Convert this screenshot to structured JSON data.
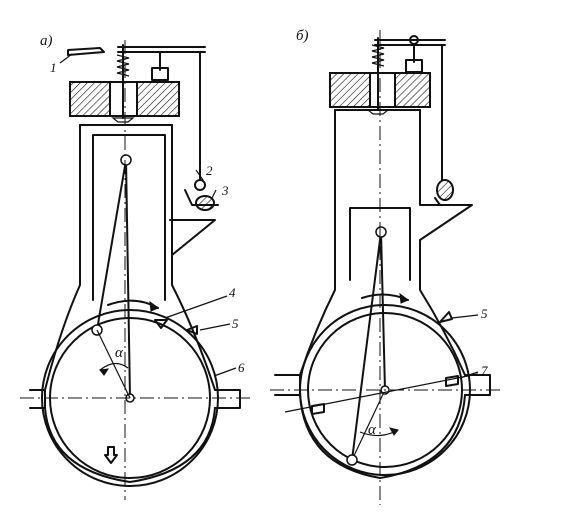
{
  "panels": [
    {
      "label": "а)"
    },
    {
      "label": "б)"
    }
  ],
  "callouts_a": [
    "1",
    "2",
    "3",
    "4",
    "5",
    "6"
  ],
  "callouts_b": [
    "5",
    "7"
  ],
  "angle_symbol": "α"
}
